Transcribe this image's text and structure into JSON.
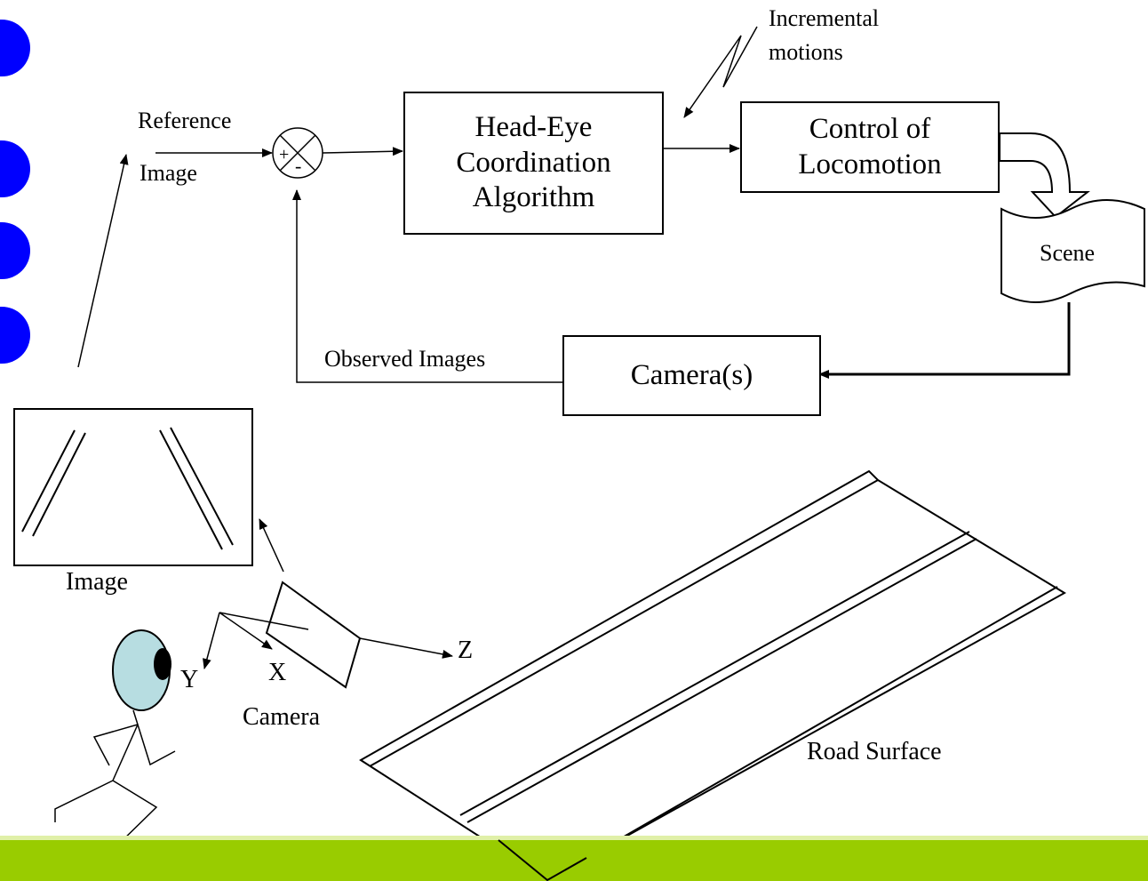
{
  "colors": {
    "bullet": "#0000ff",
    "footer": "#99cc00",
    "stroke": "#000000",
    "eye_fill": "#b7dde1"
  },
  "labels": {
    "reference": "Reference",
    "image_top": "Image",
    "incremental_line1": "Incremental",
    "incremental_line2": "motions",
    "observed_images": "Observed Images",
    "scene": "Scene",
    "image_bottom": "Image",
    "axis_x": "X",
    "axis_y": "Y",
    "axis_z": "Z",
    "camera": "Camera",
    "road_surface": "Road Surface",
    "plus": "+",
    "minus": "-"
  },
  "boxes": {
    "head_eye": [
      "Head-Eye",
      "Coordination",
      "Algorithm"
    ],
    "control": [
      "Control of",
      "Locomotion"
    ],
    "camera_box": "Camera(s)"
  },
  "decor": {
    "bullets": [
      "bullet-1",
      "bullet-2",
      "bullet-3",
      "bullet-4"
    ]
  }
}
